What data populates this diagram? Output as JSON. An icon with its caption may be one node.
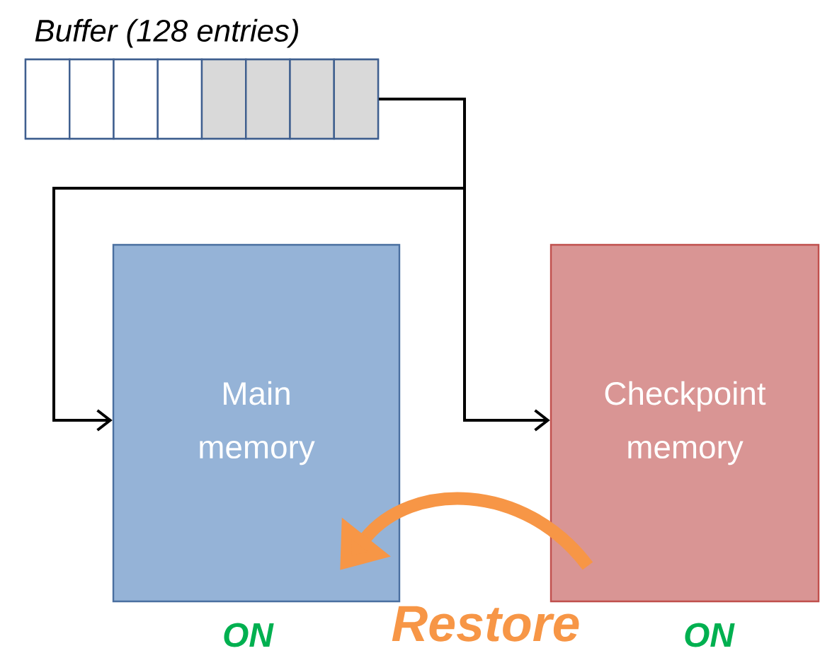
{
  "diagram": {
    "nodes": [
      {
        "text": [
          "Buffer (128 entries)"
        ]
      },
      {
        "text": [
          "Main memory"
        ],
        "beside": [
          "ON"
        ]
      },
      {
        "text": [
          "Checkpoint memory"
        ],
        "beside": [
          "ON"
        ]
      }
    ],
    "edges": [
      {
        "from": 0,
        "to": 1,
        "arrow": "to"
      },
      {
        "from": 0,
        "to": 2,
        "arrow": "to"
      },
      {
        "from": 2,
        "to": 1,
        "arrow": "to",
        "label": "Restore",
        "style": "thick",
        "color": "#f79646"
      }
    ]
  }
}
